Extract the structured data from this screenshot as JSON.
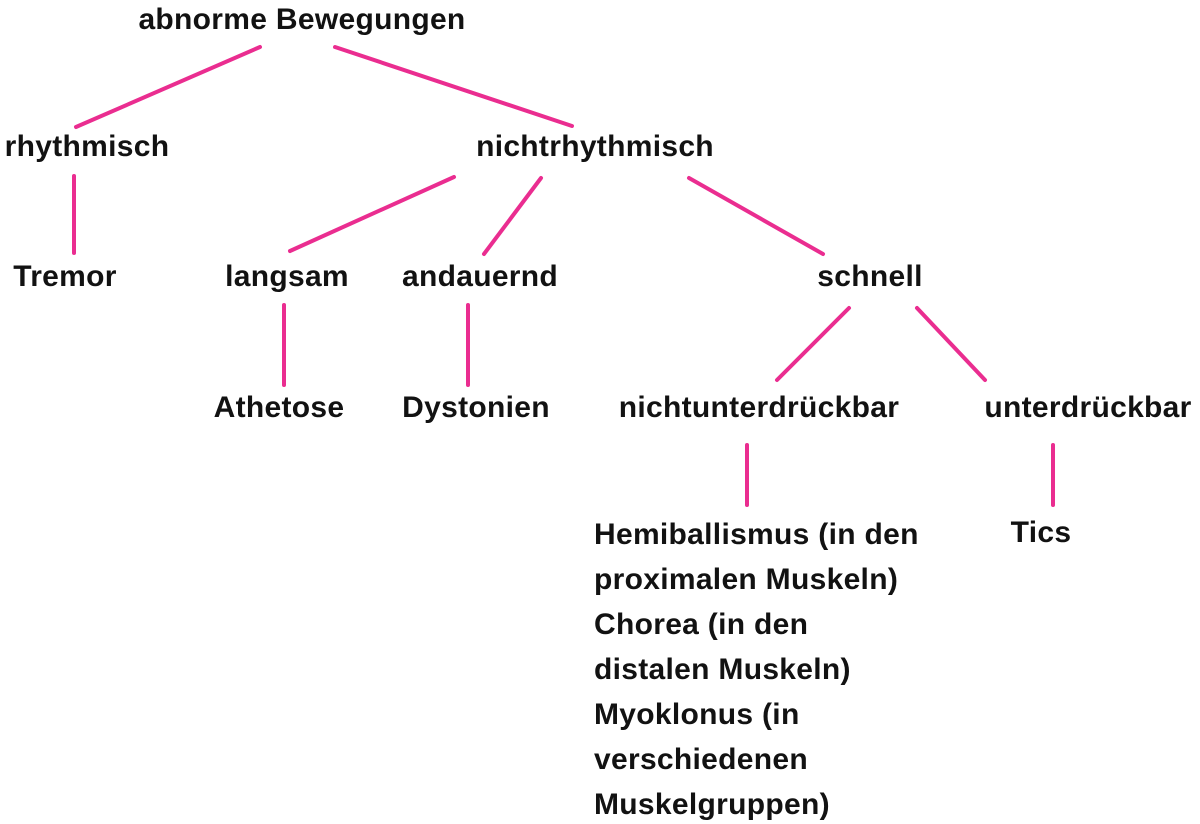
{
  "colors": {
    "line": "#ea2d90",
    "text": "#121212",
    "background": "#ffffff"
  },
  "nodes": {
    "root": {
      "label": "abnorme Bewegungen"
    },
    "rhythmisch": {
      "label": "rhythmisch"
    },
    "nichtrhythmisch": {
      "label": "nichtrhythmisch"
    },
    "tremor": {
      "label": "Tremor"
    },
    "langsam": {
      "label": "langsam"
    },
    "andauernd": {
      "label": "andauernd"
    },
    "schnell": {
      "label": "schnell"
    },
    "athetose": {
      "label": "Athetose"
    },
    "dystonien": {
      "label": "Dystonien"
    },
    "nichtunterdrueckbar": {
      "label": "nichtunterdrückbar"
    },
    "unterdrueckbar": {
      "label": "unterdrückbar"
    },
    "tics": {
      "label": "Tics"
    },
    "hyperkinesien": {
      "lines": [
        "Hemiballismus (in den",
        "proximalen Muskeln)",
        "Chorea (in den",
        "distalen Muskeln)",
        "Myoklonus (in",
        "verschiedenen",
        "Muskelgruppen)"
      ]
    }
  }
}
